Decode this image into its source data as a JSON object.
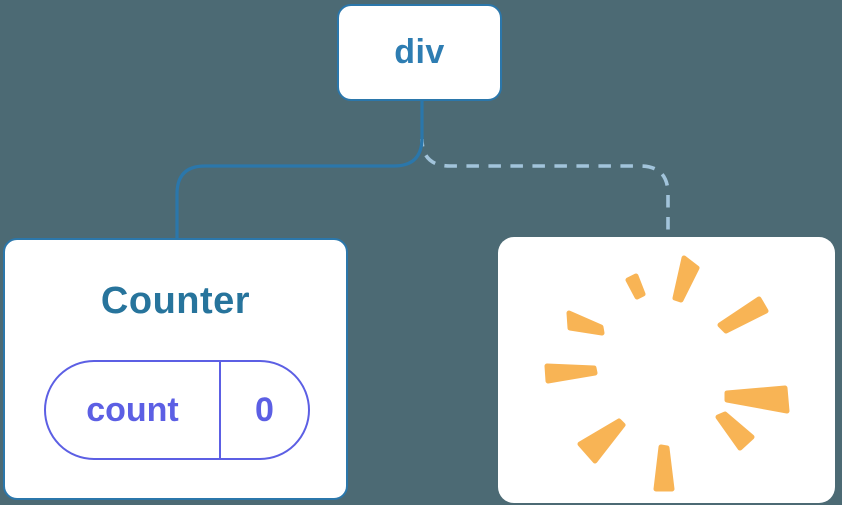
{
  "diagram": {
    "description": "React render tree: div root keeps solid edge to mounted Counter (state count=0); dashed edge leads to removed sibling shown as poof burst",
    "root": {
      "label": "div"
    },
    "counter": {
      "title": "Counter",
      "state": {
        "name": "count",
        "value": "0"
      }
    },
    "removed": {
      "icon": "poof-burst-icon"
    }
  },
  "colors": {
    "background": "#4C6A74",
    "node_fill": "#FFFFFF",
    "node_border": "#2B77AB",
    "root_label": "#2E7DB2",
    "counter_title": "#27749C",
    "edge_solid": "#2B77AB",
    "edge_dashed": "#A2C4DB",
    "state_purple": "#5C5FE4",
    "burst_orange": "#F8B455"
  }
}
